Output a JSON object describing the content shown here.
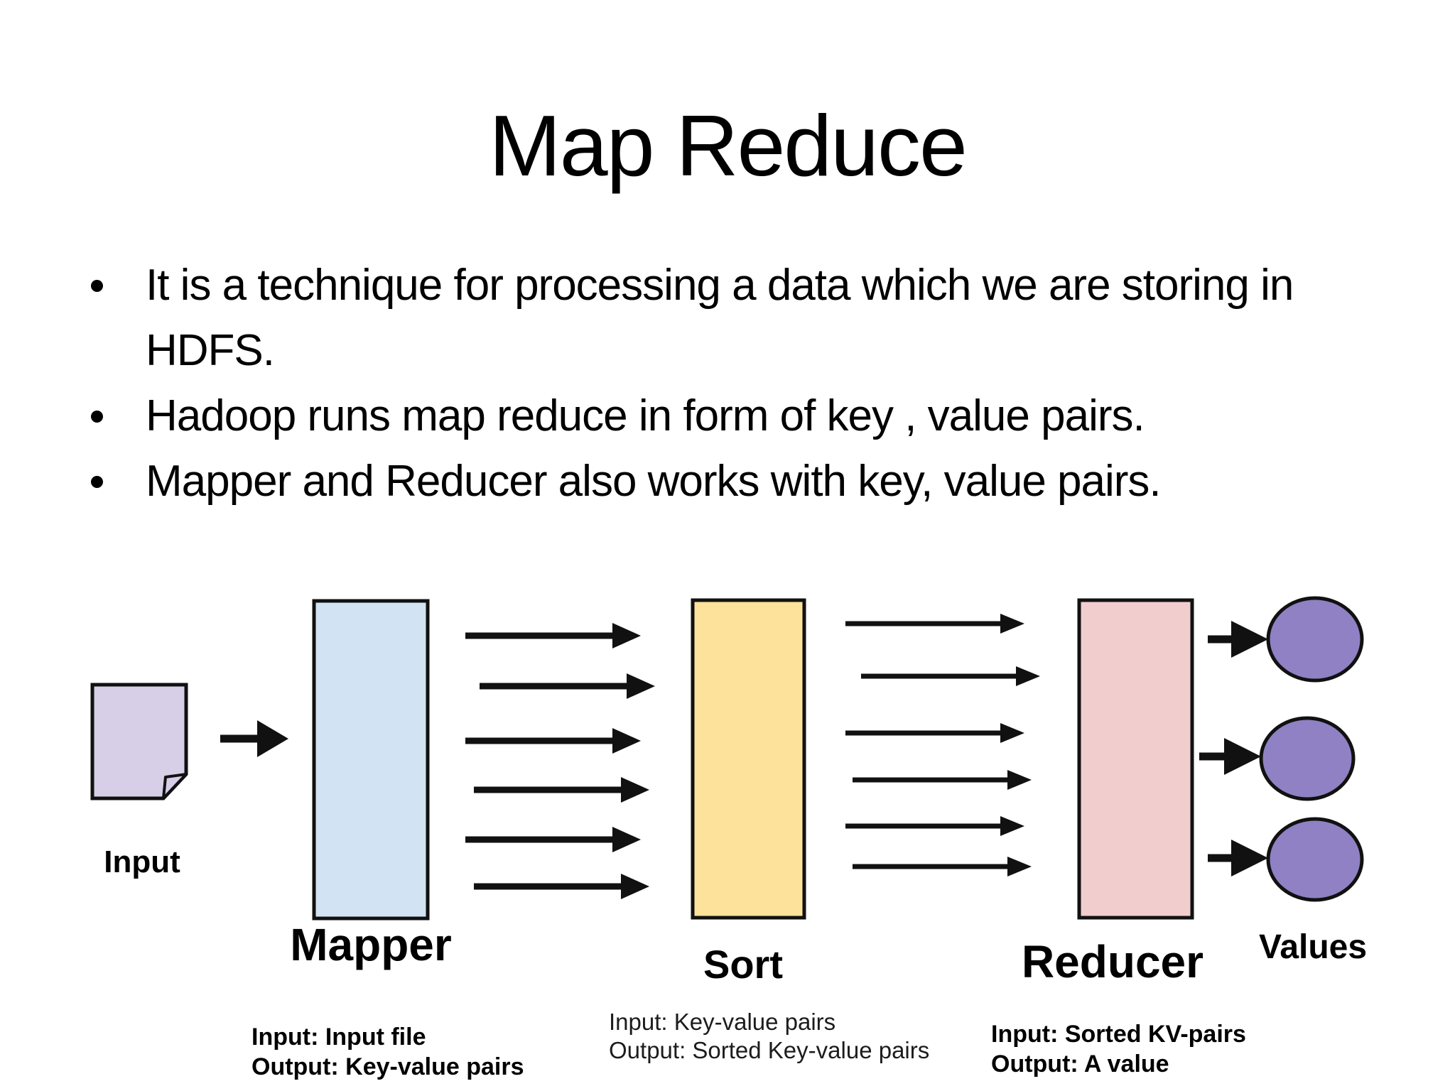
{
  "slide": {
    "title": "Map Reduce",
    "bullets": [
      {
        "line1": "It is a technique for processing a data which we are storing in",
        "line2": "HDFS."
      },
      {
        "line1": "Hadoop runs map reduce in form of key , value pairs."
      },
      {
        "line1": "Mapper and Reducer also works with key, value pairs."
      }
    ]
  },
  "diagram": {
    "input": {
      "label": "Input",
      "fill": "#d7cee8"
    },
    "mapper": {
      "label": "Mapper",
      "caption_line1": "Input: Input file",
      "caption_line2": "Output: Key-value pairs",
      "fill": "#d2e3f3"
    },
    "sort": {
      "label": "Sort",
      "caption_line1": "Input: Key-value pairs",
      "caption_line2": "Output: Sorted Key-value pairs",
      "fill": "#fde29b"
    },
    "reducer": {
      "label": "Reducer",
      "caption_line1": "Input: Sorted KV-pairs",
      "caption_line2": "Output: A value",
      "fill": "#f2cdcd"
    },
    "values": {
      "label": "Values",
      "fill": "#8f81c4"
    },
    "arrow_color": "#111111",
    "outline_color": "#111111"
  }
}
